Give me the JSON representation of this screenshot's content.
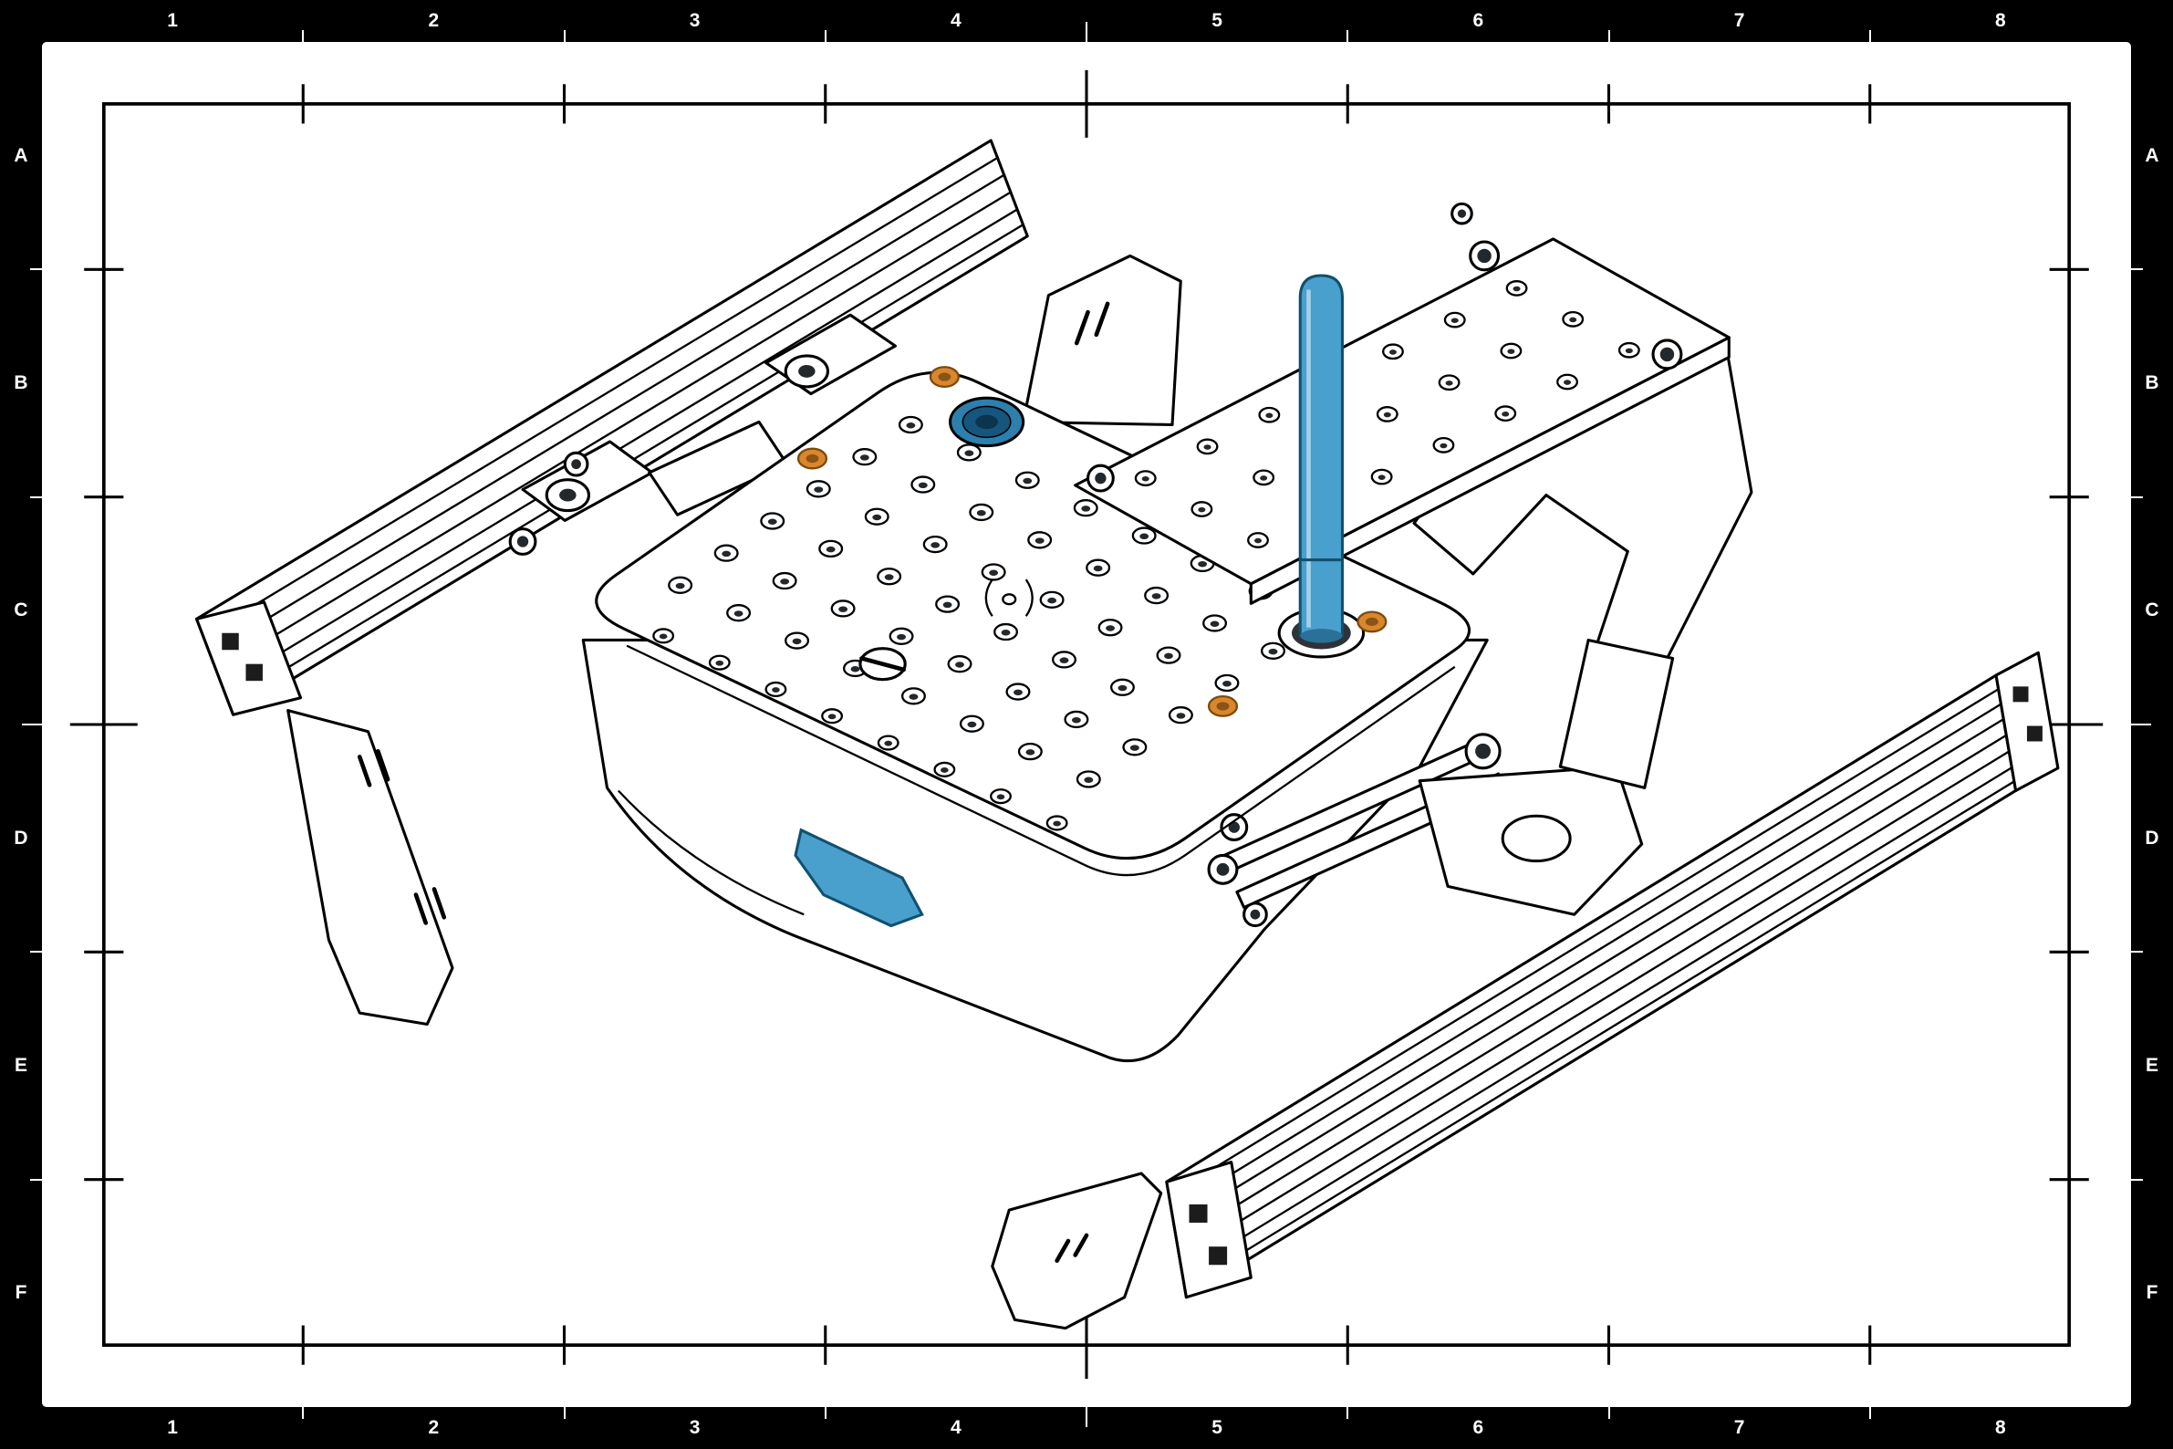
{
  "page": {
    "background": "#000000",
    "paper": "#ffffff"
  },
  "grid": {
    "columns": [
      "1",
      "2",
      "3",
      "4",
      "5",
      "6",
      "7",
      "8"
    ],
    "rows": [
      "A",
      "B",
      "C",
      "D",
      "E",
      "F"
    ]
  },
  "drawing": {
    "type": "isometric-assembly-drawing",
    "line_color": "#000000",
    "accent_blue": "#4aa0cc",
    "accent_blue_dark": "#2d7fae",
    "accent_blue_deep": "#16557c",
    "accent_orange": "#d9862c",
    "parts": [
      "t-slot-extrusion-rail-upper-left",
      "t-slot-extrusion-rail-lower-right",
      "perforated-mounting-plate",
      "vertical-guide-rod",
      "perforated-bracket-upper-right",
      "sheet-metal-leg-left",
      "sheet-metal-bracket-bottom",
      "linkage-arms",
      "orange-thumb-screws",
      "blue-grommet",
      "blue-slide-block"
    ]
  }
}
